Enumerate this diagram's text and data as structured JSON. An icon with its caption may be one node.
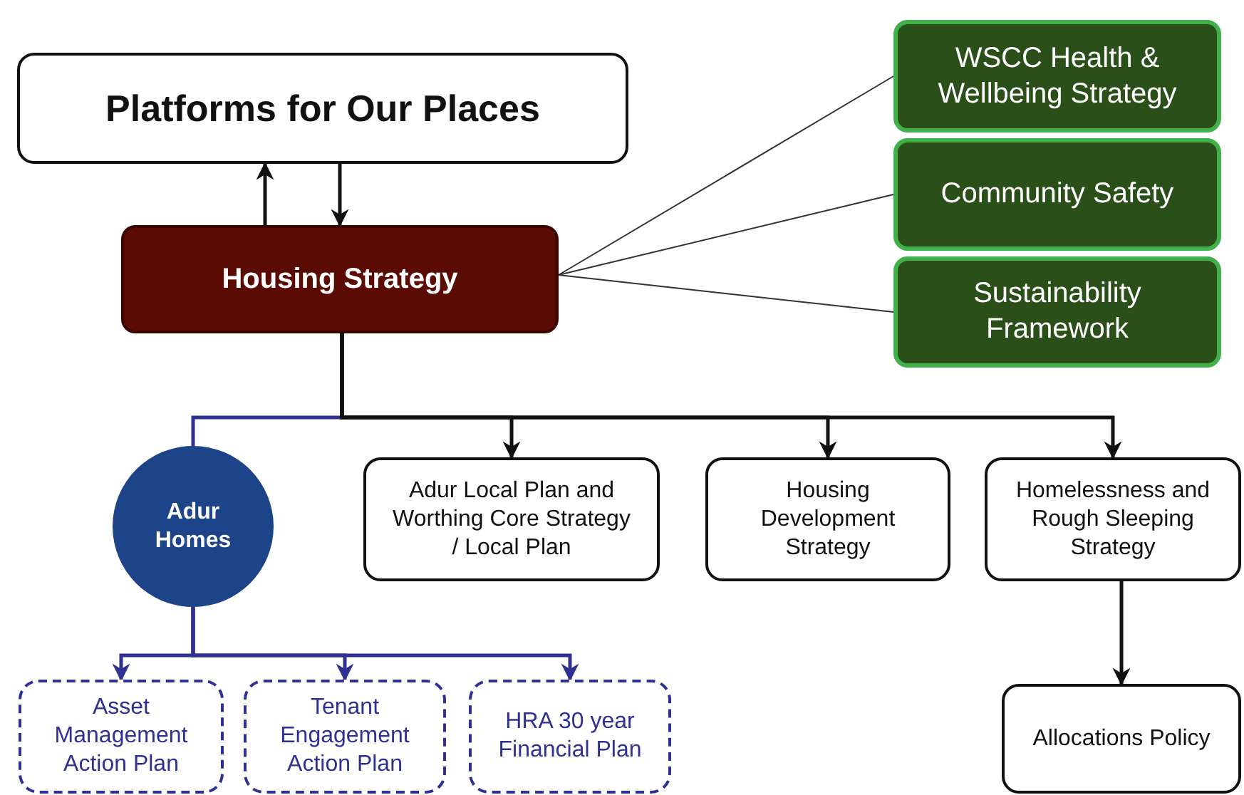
{
  "diagram": {
    "nodes": [
      {
        "text": [
          "Platforms for Our Places"
        ]
      },
      {
        "text": [
          "Housing Strategy"
        ]
      },
      {
        "text": [
          "WSCC Health & Wellbeing Strategy"
        ]
      },
      {
        "text": [
          "Community Safety"
        ]
      },
      {
        "text": [
          "Sustainability Framework"
        ]
      },
      {
        "text": [
          "Adur Homes"
        ]
      },
      {
        "text": [
          "Adur Local Plan and Worthing Core Strategy / Local Plan"
        ]
      },
      {
        "text": [
          "Housing Development Strategy"
        ]
      },
      {
        "text": [
          "Homelessness and Rough Sleeping Strategy"
        ]
      },
      {
        "text": [
          "Asset Management Action Plan"
        ]
      },
      {
        "text": [
          "Tenant Engagement Action Plan"
        ]
      },
      {
        "text": [
          "HRA 30 year Financial Plan"
        ]
      },
      {
        "text": [
          "Allocations Policy"
        ]
      }
    ],
    "edges": [
      {
        "from": 1,
        "to": 0,
        "arrow": "to"
      },
      {
        "from": 0,
        "to": 1,
        "arrow": "to"
      },
      {
        "from": 1,
        "to": 2,
        "arrow": "none"
      },
      {
        "from": 1,
        "to": 3,
        "arrow": "none"
      },
      {
        "from": 1,
        "to": 4,
        "arrow": "none"
      },
      {
        "from": 1,
        "to": 5,
        "arrow": "none",
        "color": "#2e3192"
      },
      {
        "from": 1,
        "to": 6,
        "arrow": "to"
      },
      {
        "from": 1,
        "to": 7,
        "arrow": "to"
      },
      {
        "from": 1,
        "to": 8,
        "arrow": "to"
      },
      {
        "from": 5,
        "to": 9,
        "arrow": "to",
        "color": "#2e3192"
      },
      {
        "from": 5,
        "to": 10,
        "arrow": "to",
        "color": "#2e3192"
      },
      {
        "from": 5,
        "to": 11,
        "arrow": "to",
        "color": "#2e3192"
      },
      {
        "from": 8,
        "to": 12,
        "arrow": "to"
      }
    ]
  }
}
